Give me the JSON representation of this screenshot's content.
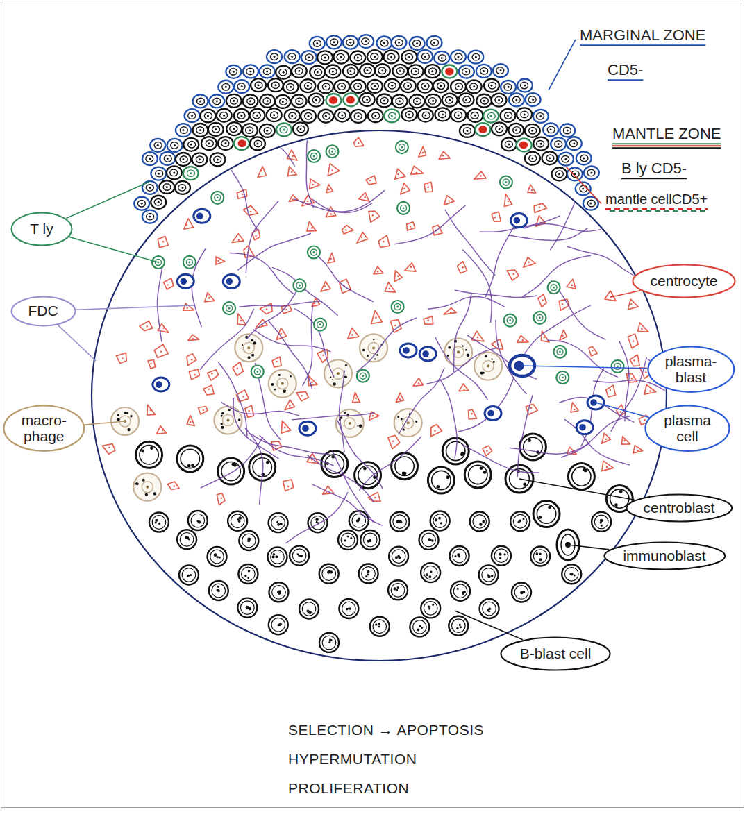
{
  "diagram": {
    "nodes": [
      {
        "text": [
          "T ly"
        ]
      },
      {
        "text": [
          "centrocyte"
        ]
      },
      {
        "text": [
          "FDC"
        ]
      },
      {
        "text": [
          "plasma- blast"
        ]
      },
      {
        "text": [
          "macro- phage"
        ]
      },
      {
        "text": [
          "plasma cell"
        ]
      },
      {
        "text": [
          "centroblast"
        ]
      },
      {
        "text": [
          "immunoblast"
        ]
      },
      {
        "text": [
          "B-blast cell"
        ]
      }
    ],
    "labels": [
      "MARGINAL ZONE",
      "CD5-",
      "MANTLE ZONE",
      "B ly CD5-",
      "mantle cellCD5+",
      "SELECTION → APOPTOSIS",
      "HYPERMUTATION",
      "PROLIFERATION"
    ]
  }
}
